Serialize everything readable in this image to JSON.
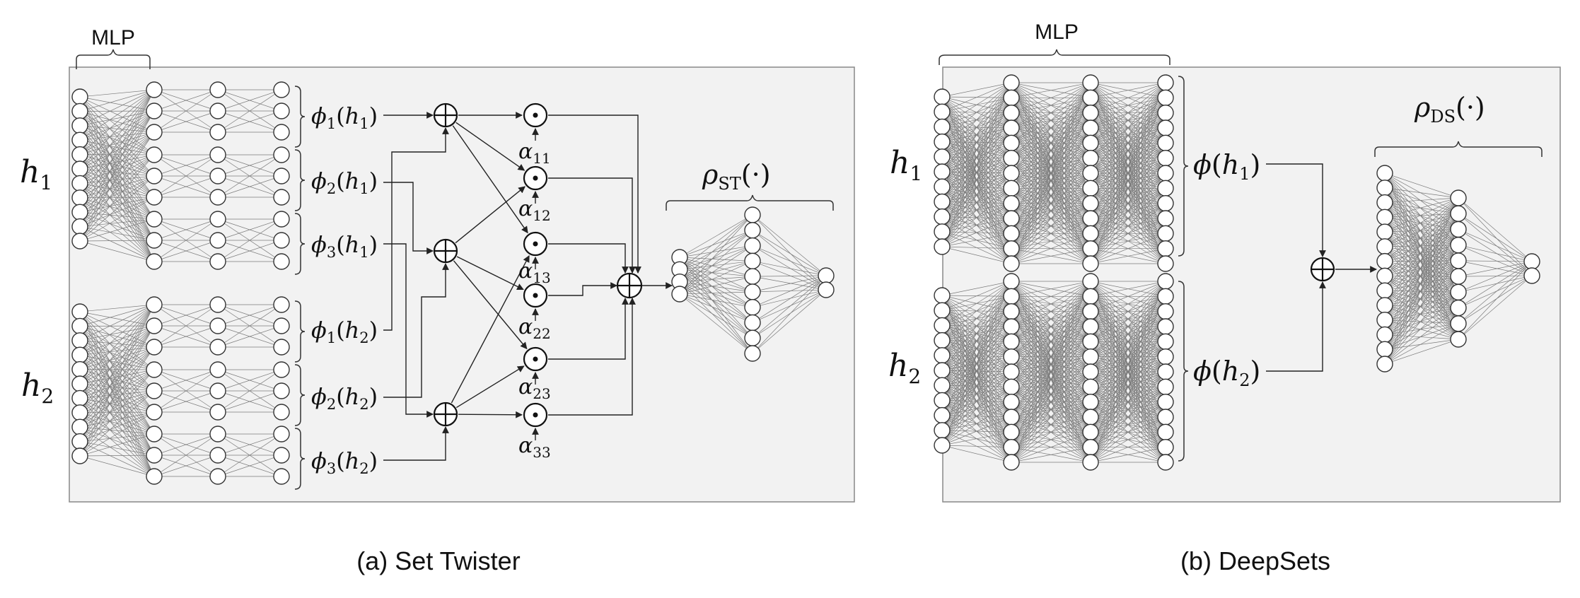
{
  "panel_a": {
    "mlp_label": "MLP",
    "inputs": [
      {
        "base": "h",
        "sub": "1"
      },
      {
        "base": "h",
        "sub": "2"
      }
    ],
    "phis": [
      {
        "fn": "ϕ",
        "fsub": "1",
        "arg": "h",
        "asub": "1"
      },
      {
        "fn": "ϕ",
        "fsub": "2",
        "arg": "h",
        "asub": "1"
      },
      {
        "fn": "ϕ",
        "fsub": "3",
        "arg": "h",
        "asub": "1"
      },
      {
        "fn": "ϕ",
        "fsub": "1",
        "arg": "h",
        "asub": "2"
      },
      {
        "fn": "ϕ",
        "fsub": "2",
        "arg": "h",
        "asub": "2"
      },
      {
        "fn": "ϕ",
        "fsub": "3",
        "arg": "h",
        "asub": "2"
      }
    ],
    "alphas": [
      {
        "base": "α",
        "sub": "11"
      },
      {
        "base": "α",
        "sub": "12"
      },
      {
        "base": "α",
        "sub": "13"
      },
      {
        "base": "α",
        "sub": "22"
      },
      {
        "base": "α",
        "sub": "23"
      },
      {
        "base": "α",
        "sub": "33"
      }
    ],
    "rho": {
      "base": "ρ",
      "sub": "ST",
      "arg": "(·)"
    },
    "caption": "(a) Set Twister"
  },
  "panel_b": {
    "mlp_label": "MLP",
    "inputs": [
      {
        "base": "h",
        "sub": "1"
      },
      {
        "base": "h",
        "sub": "2"
      }
    ],
    "phis": [
      {
        "fn": "ϕ",
        "arg": "h",
        "asub": "1"
      },
      {
        "fn": "ϕ",
        "arg": "h",
        "asub": "2"
      }
    ],
    "rho": {
      "base": "ρ",
      "sub": "DS",
      "arg": "(·)"
    },
    "caption": "(b) DeepSets"
  },
  "symbols": {
    "sum": "⊕",
    "product": "⊙"
  }
}
